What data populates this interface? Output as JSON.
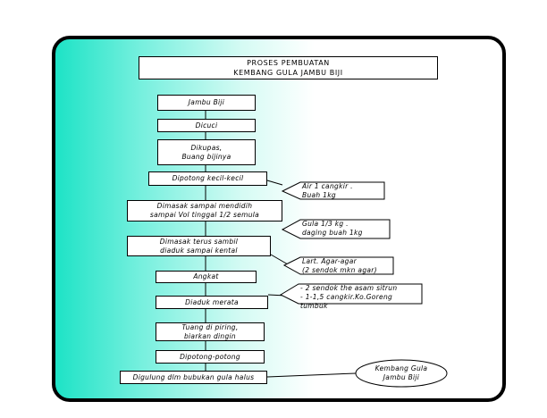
{
  "title": "PROSES PEMBUATAN\nKEMBANG GULA JAMBU BIJI",
  "steps": [
    "Jambu Biji",
    "Dicuci",
    "Dikupas,\nBuang bijinya",
    "Dipotong kecil-kecil",
    "Dimasak sampai mendidih\nsampai Vol tinggal 1/2 semula",
    "Dimasak terus sambil\ndiaduk sampai kental",
    "Angkat",
    "Diaduk merata",
    "Tuang di piring,\nbiarkan dingin",
    "Dipotong-potong",
    "Digulung dlm bubukan gula halus"
  ],
  "notes": [
    "Air 1 cangkir .\nBuah 1kg",
    "Gula 1/3 kg .\ndaging buah 1kg",
    "Lart. Agar-agar\n(2 sendok mkn agar)",
    "- 2 sendok the asam sitrun\n- 1-1,5 cangkir.Ko.Goreng tumbuk"
  ],
  "result": "Kembang Gula\nJambu Biji"
}
